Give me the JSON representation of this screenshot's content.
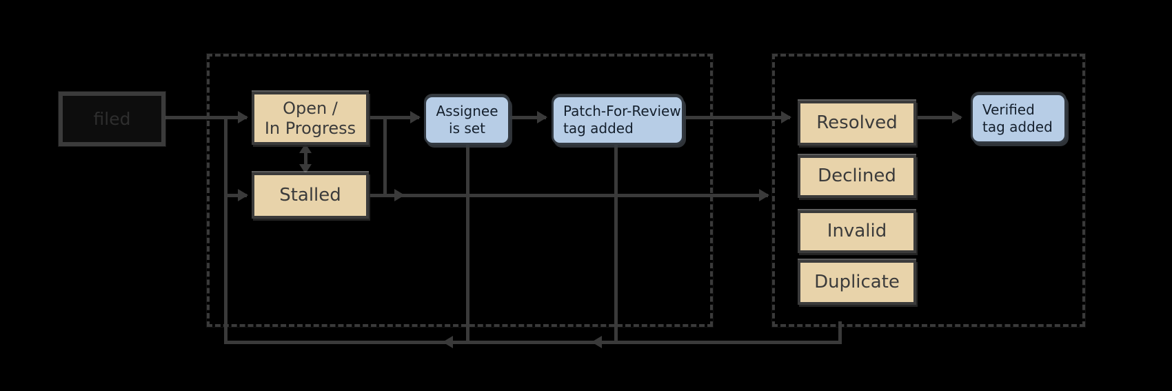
{
  "diagram": {
    "title_semantic": "task lifecycle flowchart",
    "colors": {
      "background": "#000000",
      "line": "#3a3a3a",
      "state_fill": "#e8d3aa",
      "state_border": "#3b3b3b",
      "state_text": "#3b3b3b",
      "action_fill": "#b7cde6",
      "action_border": "#333a42",
      "action_text": "#141f2c",
      "filed_fill": "#0d0d0d",
      "filed_text": "#2e2e2e"
    },
    "nodes": {
      "filed": {
        "label": "filed"
      },
      "open": {
        "line1": "Open /",
        "line2": "In Progress"
      },
      "stalled": {
        "label": "Stalled"
      },
      "assignee": {
        "line1": "Assignee",
        "line2": "is set"
      },
      "patch": {
        "line1": "Patch-For-Review",
        "line2": "tag added"
      },
      "resolved": {
        "label": "Resolved"
      },
      "declined": {
        "label": "Declined"
      },
      "invalid": {
        "label": "Invalid"
      },
      "duplicate": {
        "label": "Duplicate"
      },
      "verified": {
        "line1": "Verified",
        "line2": "tag added"
      }
    }
  }
}
